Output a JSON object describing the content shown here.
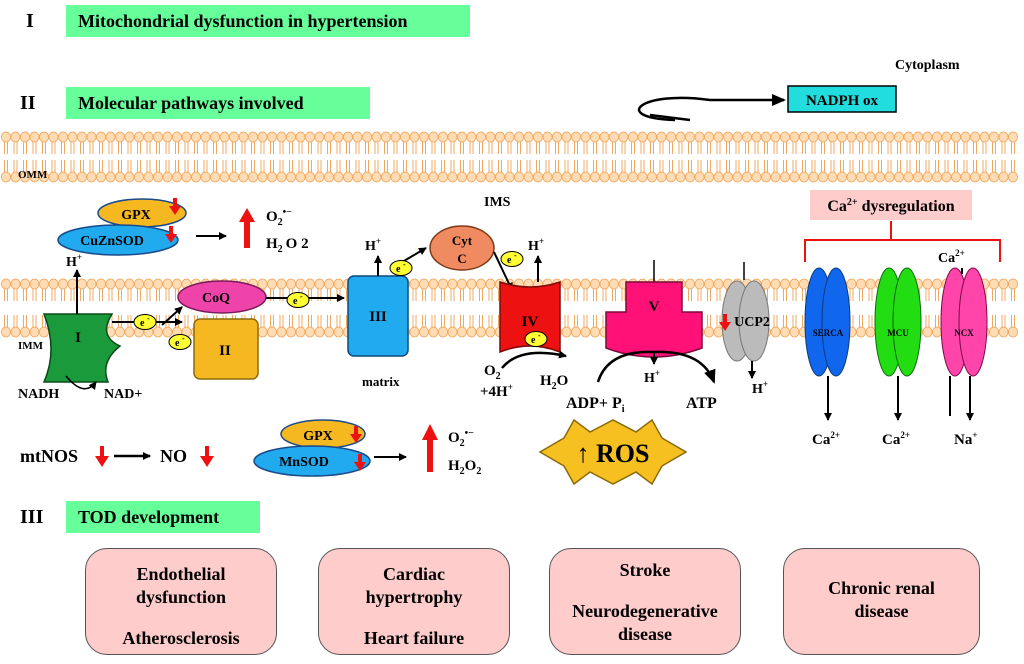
{
  "sections": {
    "roman1": "I",
    "title1": "Mitochondrial dysfunction in hypertension",
    "roman2": "II",
    "title2": "Molecular pathways involved",
    "roman3": "III",
    "title3": "TOD development"
  },
  "labels": {
    "cytoplasm": "Cytoplasm",
    "nadph_ox": "NADPH ox",
    "omm": "OMM",
    "imm": "IMM",
    "ims": "IMS",
    "ca_dysreg_base": "Ca",
    "ca_dysreg_sup": "2+",
    "ca_dysreg_rest": " dysregulation",
    "matrix": "matrix",
    "nadh": "NADH",
    "nad": "NAD+",
    "gpx": "GPX",
    "cuznsod": "CuZnSOD",
    "mnsod": "MnSOD",
    "coq": "CoQ",
    "cyt": "Cyt",
    "cyt_c": "C",
    "complex1": "I",
    "complex2": "II",
    "complex3": "III",
    "complex4": "IV",
    "complex5": "V",
    "ucp2": "UCP2",
    "serca": "SERCA",
    "mcu": "MCU",
    "ncx": "NCX",
    "electron": "e",
    "electron_sup": "-",
    "h": "H",
    "plus": "+",
    "o2": "O",
    "sub2": "2",
    "superoxide_sup": "•−",
    "h2o2_spaced": "H",
    "h2o2_spaced_rest": "O  2",
    "h2o": "H",
    "h2o_o": "O",
    "four_h": "+4H",
    "adp": "ADP+ P",
    "adp_sub": "i",
    "atp": "ATP",
    "ros": "↑ ROS",
    "mtnos": "mtNOS",
    "no": "NO",
    "ca": "Ca",
    "ca_sup": "2+",
    "na": "Na",
    "na_sup": "+"
  },
  "tod_boxes": [
    {
      "line1": "Endothelial",
      "line2": "dysfunction",
      "line3": "Atherosclerosis"
    },
    {
      "line1": "Cardiac",
      "line2": "hypertrophy",
      "line3": "Heart failure"
    },
    {
      "line1": "Stroke",
      "line2": "",
      "line3": "Neurodegenerative",
      "line4": "disease"
    },
    {
      "line1": "Chronic renal",
      "line2": "disease",
      "line3": ""
    }
  ],
  "colors": {
    "section_bg": "#66ff99",
    "tod_box_bg": "#ffcccc",
    "lipid_head": "#ffdcb4",
    "lipid_stroke": "#f0a050",
    "complex1": "#1a9a3a",
    "complex2": "#f5b820",
    "complex3": "#22aaee",
    "complex4": "#ee1111",
    "complex5": "#ff1177",
    "coq": "#ee44aa",
    "cyt_c": "#f08a60",
    "cuznsod": "#22aaee",
    "gpx": "#f5b820",
    "electron": "#ffff33",
    "ucp2": "#bbbbbb",
    "serca": "#1166ee",
    "mcu": "#22dd11",
    "ncx": "#ff44aa",
    "nadph_ox": "#22dddd",
    "ros_star": "#f5c020",
    "red_arrow": "#ee1111",
    "ca_bracket": "#ee1111",
    "ca_label_bg": "#ffcccc"
  },
  "icons": [
    "red-up-arrow-icon",
    "red-down-arrow-icon",
    "electron-icon",
    "lipid-bilayer-icon",
    "star-burst-icon"
  ]
}
